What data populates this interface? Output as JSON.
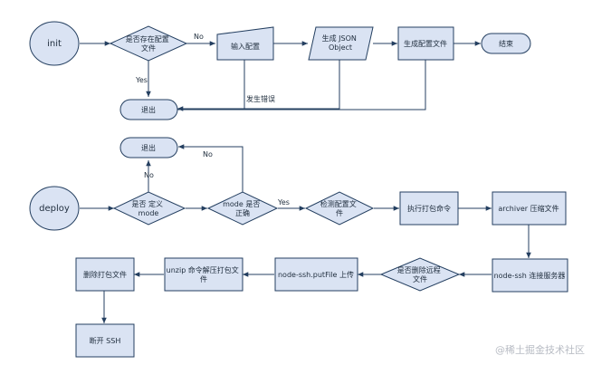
{
  "nodes": {
    "init": "init",
    "config_exists": [
      "是否存在配置",
      "文件"
    ],
    "input_config": "输入配置",
    "gen_json": [
      "生成 JSON",
      "Object"
    ],
    "gen_config_file": "生成配置文件",
    "end": "结束",
    "exit1": "退出",
    "exit2": "退出",
    "deploy": "deploy",
    "mode_defined": [
      "是否 定义",
      "mode"
    ],
    "mode_correct": [
      "mode 是否",
      "正确"
    ],
    "check_config": [
      "检测配置文",
      "件"
    ],
    "run_pack": "执行打包命令",
    "archiver": [
      "archiver 压缩文件"
    ],
    "ssh_connect": "node-ssh 连接服务器",
    "delete_remote": [
      "是否删除远程",
      "文件"
    ],
    "put_file": "node-ssh.putFile 上传",
    "unzip": [
      "unzip 命令解压打包文",
      "件"
    ],
    "delete_pack": "删除打包文件",
    "disconnect": "断开 SSH"
  },
  "edge_labels": {
    "no1": "No",
    "yes1": "Yes",
    "error": "发生错误",
    "no2": "No",
    "no3": "No",
    "yes2": "Yes"
  },
  "watermark": "@稀土掘金技术社区",
  "colors": {
    "fill": "#dae3f3",
    "stroke": "#243f60"
  }
}
